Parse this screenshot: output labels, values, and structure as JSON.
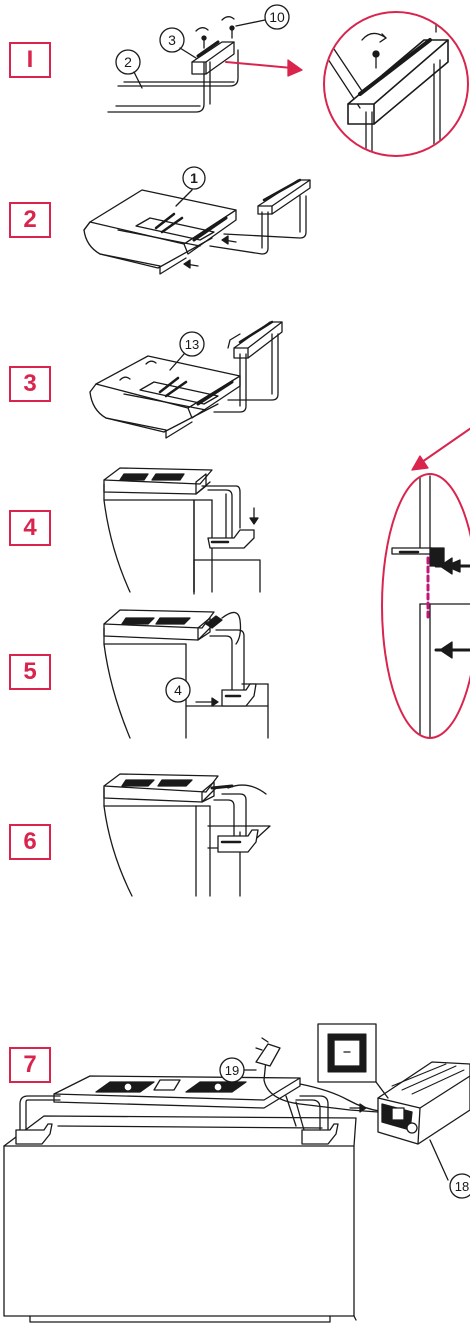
{
  "steps": [
    {
      "label": "I"
    },
    {
      "label": "2"
    },
    {
      "label": "3"
    },
    {
      "label": "4"
    },
    {
      "label": "5"
    },
    {
      "label": "6"
    },
    {
      "label": "7"
    }
  ],
  "callouts": {
    "c10": "10",
    "c3": "3",
    "c2": "2",
    "c1": "1",
    "c13": "13",
    "c4": "4",
    "c19": "19",
    "c18": "18"
  },
  "colors": {
    "accent": "#d9254e",
    "line": "#1a1a1a",
    "dashed": "#c0167a"
  }
}
